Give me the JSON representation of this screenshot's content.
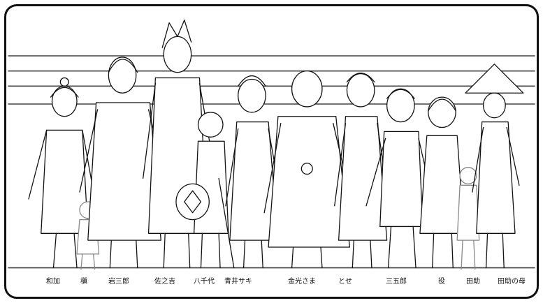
{
  "characters": [
    {
      "name": "和加"
    },
    {
      "name": "槇"
    },
    {
      "name": "岩三郎"
    },
    {
      "name": "佐之吉"
    },
    {
      "name": "八千代"
    },
    {
      "name": "青井サキ"
    },
    {
      "name": "金光さま"
    },
    {
      "name": "とせ"
    },
    {
      "name": "三五郎"
    },
    {
      "name": "役"
    },
    {
      "name": "田助"
    },
    {
      "name": "田助の母"
    }
  ],
  "colors": {
    "ink": "#111111",
    "paper": "#ffffff",
    "guide_line": "#444444"
  }
}
